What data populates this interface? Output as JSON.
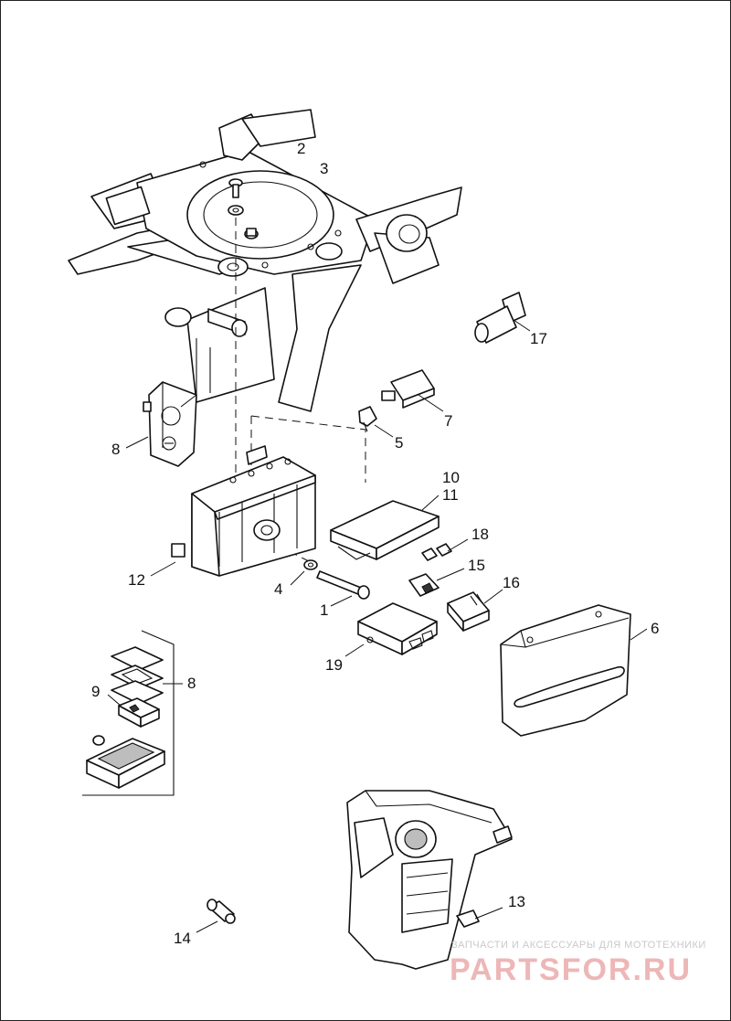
{
  "callouts": {
    "c1": "1",
    "c2": "2",
    "c3": "3",
    "c4": "4",
    "c5": "5",
    "c6": "6",
    "c7": "7",
    "c8a": "8",
    "c8b": "8",
    "c9": "9",
    "c10": "10",
    "c11": "11",
    "c12": "12",
    "c13": "13",
    "c14": "14",
    "c15": "15",
    "c16": "16",
    "c17": "17",
    "c18": "18",
    "c19": "19"
  },
  "watermark": {
    "tagline": "ЗАПЧАСТИ И АКСЕССУАРЫ ДЛЯ МОТОТЕХНИКИ",
    "brand": "PARTSFOR.RU",
    "brand_color": "#e8a0a0"
  }
}
